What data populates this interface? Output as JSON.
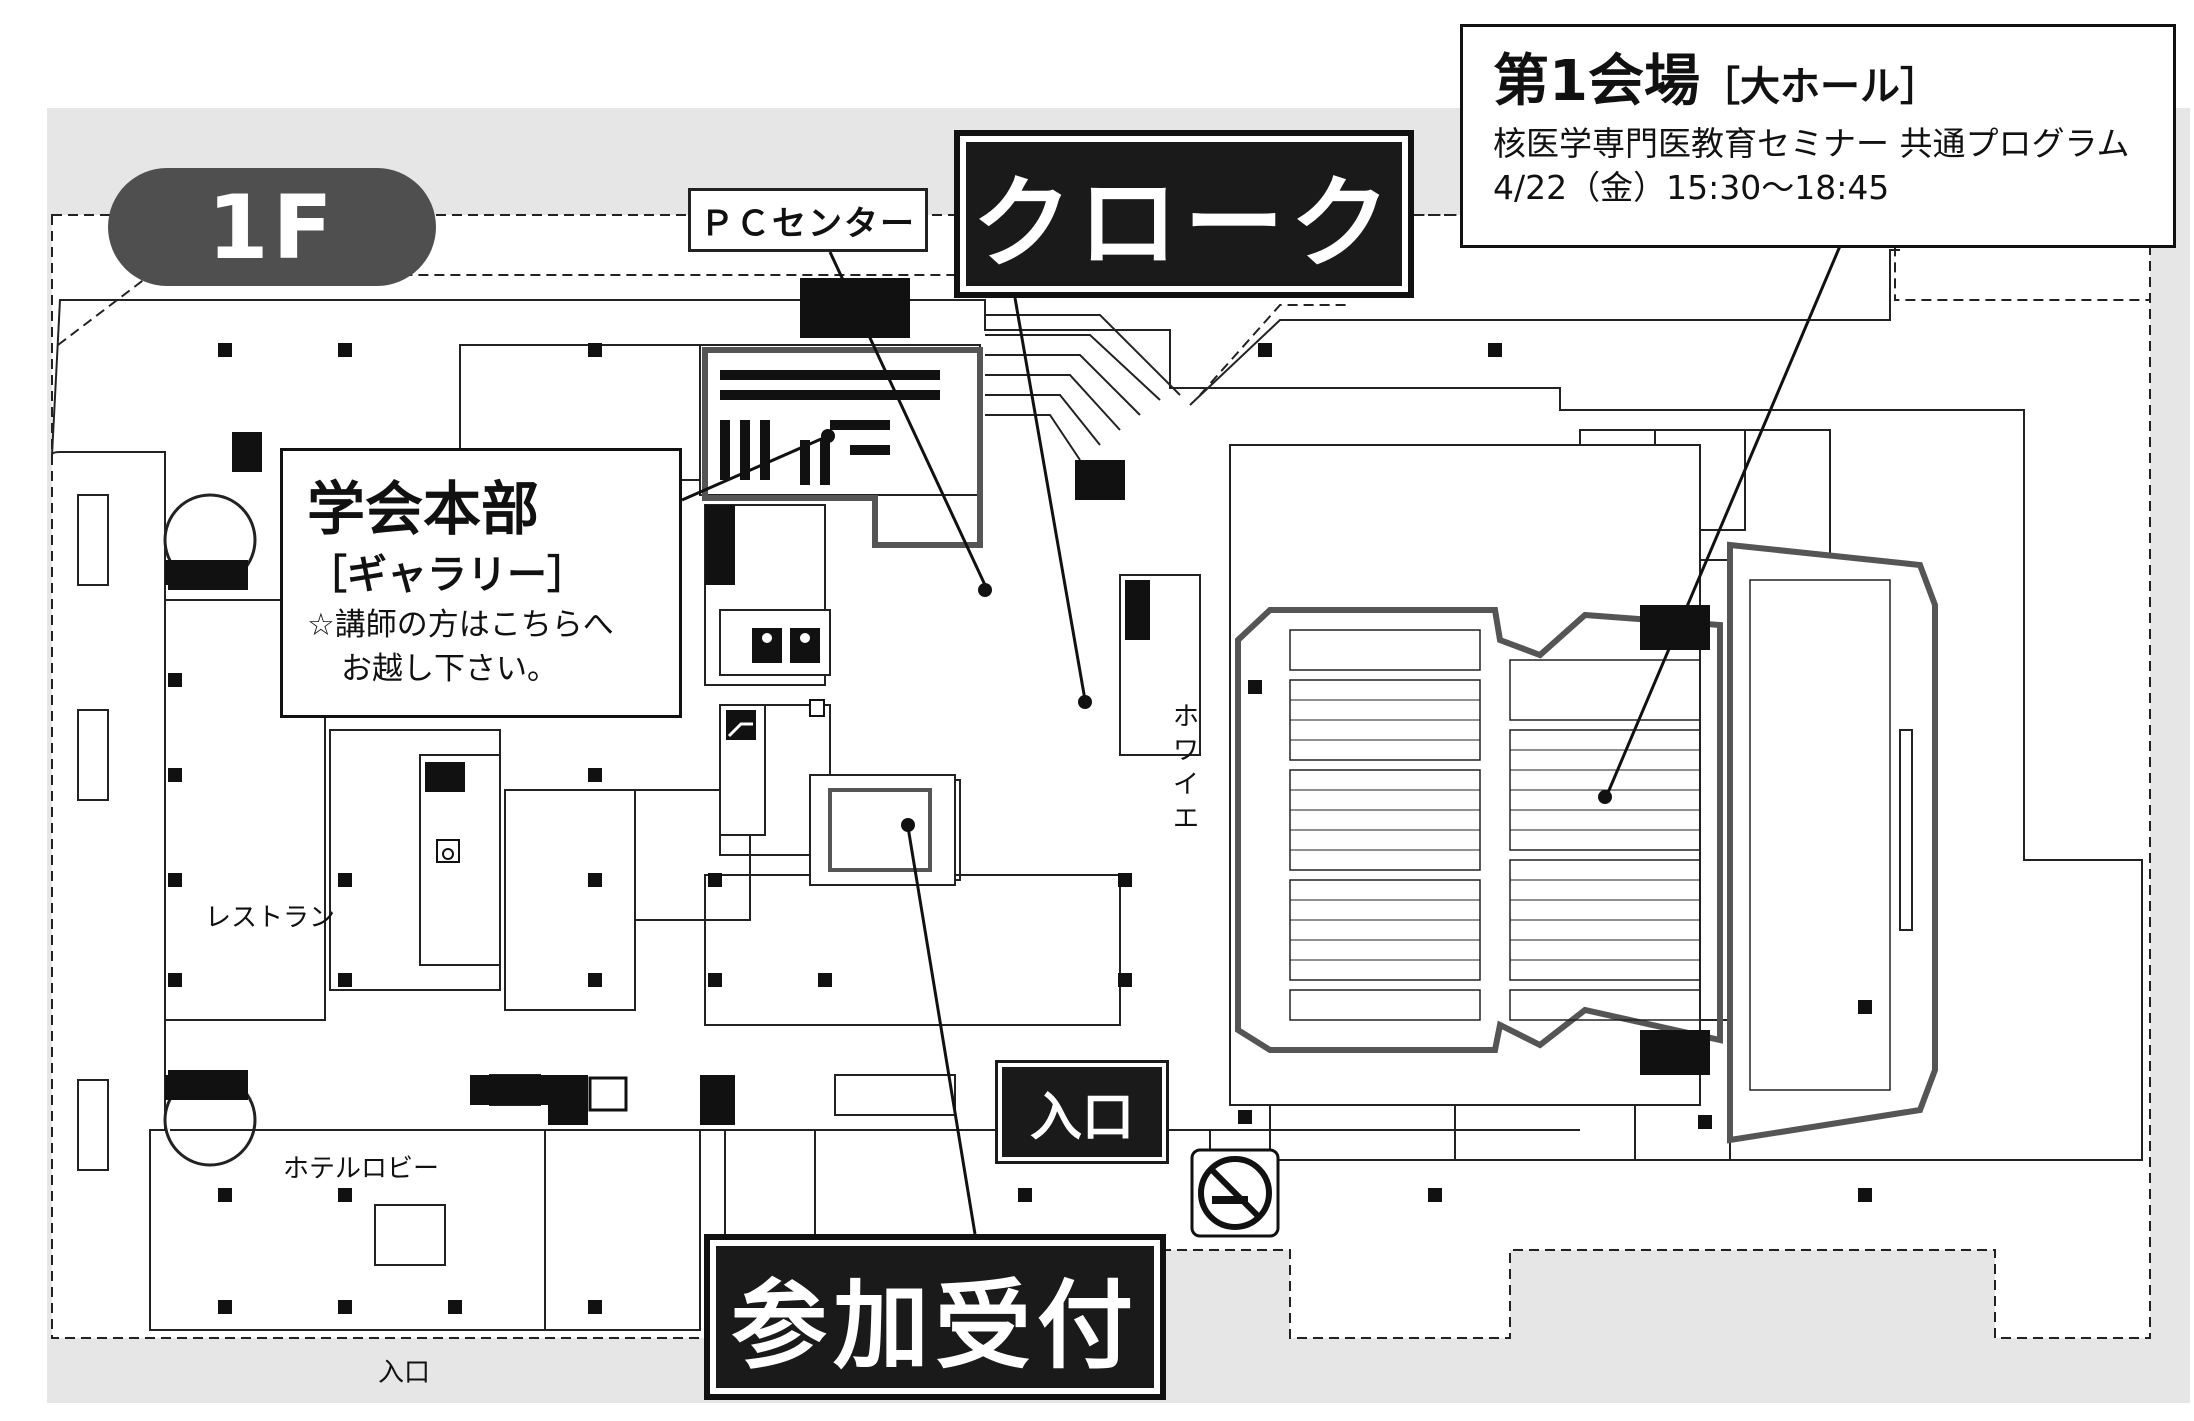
{
  "floor": {
    "label": "1F"
  },
  "callouts": {
    "pc_center": "ＰＣセンター",
    "cloak": "クローク",
    "reception": "参加受付",
    "entrance_main": "入口",
    "hall": {
      "title": "第1会場",
      "subtitle": "［大ホール］",
      "program": "核医学専門医教育セミナー 共通プログラム",
      "datetime": "4/22（金）15:30〜18:45"
    },
    "headquarters": {
      "title": "学会本部",
      "subtitle": "［ギャラリー］",
      "note_line1": "☆講師の方はこちらへ",
      "note_line2": "お越し下さい。"
    }
  },
  "areas": {
    "restaurant": "レストラン",
    "hotel_lobby": "ホテルロビー",
    "foyer": "ホワイエ",
    "entrance_bottom": "入口"
  },
  "icons": [
    "restroom-icon",
    "elevator-icon",
    "escalator-icon",
    "stairs-icon",
    "telephone-icon",
    "no-smoking-icon",
    "wheelchair-icon"
  ],
  "colors": {
    "ink": "#1a1a1a",
    "site_gray": "#e6e6e6",
    "badge_gray": "#4f4f4f",
    "hall_outline": "#555555"
  }
}
